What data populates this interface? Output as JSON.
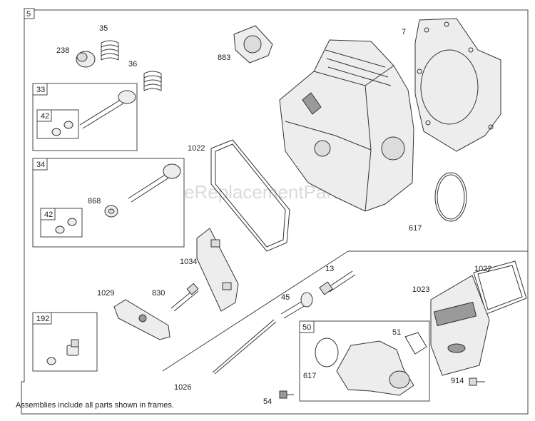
{
  "diagram": {
    "section_number": "5",
    "watermark": "eReplacementParts.com",
    "footnote": "Assemblies include all parts shown in frames.",
    "frames": {
      "valve_exhaust": "33",
      "valve_intake": "34",
      "kit_192": "192",
      "kit_50": "50",
      "retainer_a": "42",
      "retainer_b": "42"
    },
    "labels": {
      "p35": "35",
      "p238": "238",
      "p36": "36",
      "p883": "883",
      "p7": "7",
      "p1022_left": "1022",
      "p868": "868",
      "p617_right": "617",
      "p1034": "1034",
      "p13": "13",
      "p1022_right": "1022",
      "p1023": "1023",
      "p1029": "1029",
      "p830": "830",
      "p45": "45",
      "p51": "51",
      "p617_bottom": "617",
      "p1026": "1026",
      "p914": "914",
      "p54": "54"
    }
  }
}
